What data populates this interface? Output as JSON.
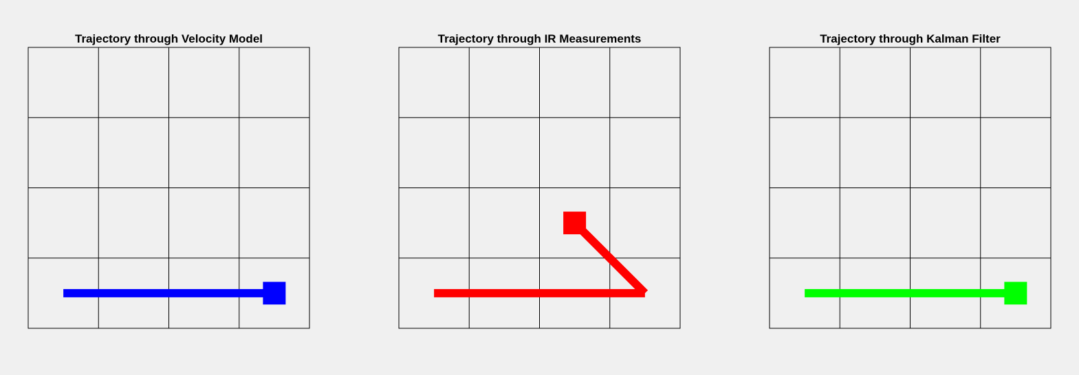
{
  "chart_data": [
    {
      "type": "line",
      "title": "Trajectory through Velocity Model",
      "xlim": [
        0,
        4
      ],
      "ylim": [
        0,
        4
      ],
      "grid": true,
      "color": "#0000ff",
      "x": [
        0.5,
        3.5
      ],
      "y": [
        0.5,
        0.5
      ],
      "end_marker": "square"
    },
    {
      "type": "line",
      "title": "Trajectory through IR Measurements",
      "xlim": [
        0,
        4
      ],
      "ylim": [
        0,
        4
      ],
      "grid": true,
      "color": "#ff0000",
      "x": [
        0.5,
        3.5,
        2.5
      ],
      "y": [
        0.5,
        0.5,
        1.5
      ],
      "end_marker": "square"
    },
    {
      "type": "line",
      "title": "Trajectory through Kalman Filter",
      "xlim": [
        0,
        4
      ],
      "ylim": [
        0,
        4
      ],
      "grid": true,
      "color": "#00ff00",
      "x": [
        0.5,
        3.5
      ],
      "y": [
        0.5,
        0.5
      ],
      "end_marker": "square"
    }
  ]
}
